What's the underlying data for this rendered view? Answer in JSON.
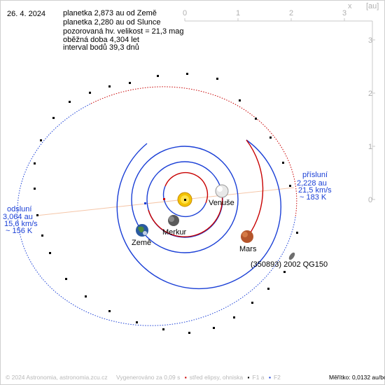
{
  "date": "26. 4. 2024",
  "info_lines": [
    "planetka 2,873 au od Země",
    "planetka 2,280 au od Slunce",
    "pozorovaná hv. velikost = 21,3 mag",
    "oběžná doba 4,304 let",
    "interval bodů 39,3 dnů"
  ],
  "axis": {
    "x_label": "x",
    "unit_label": "[au]",
    "x_ticks": [
      "0",
      "1",
      "2",
      "3"
    ],
    "y_ticks": [
      "3",
      "2",
      "1",
      "0"
    ]
  },
  "perihelion": {
    "title": "přísluní",
    "distance": "2,228 au",
    "speed": "21,5 km/s",
    "temperature": "~ 183 K"
  },
  "aphelion": {
    "title": "odsluní",
    "distance": "3,064 au",
    "speed": "15,6 km/s",
    "temperature": "~ 156 K"
  },
  "planets": {
    "venus": "Venuše",
    "mercury": "Merkur",
    "earth": "Země",
    "mars": "Mars"
  },
  "asteroid_label": "(350893) 2002 QG150",
  "footer": {
    "copyright": "© 2024 Astronomia, astronomia.zcu.cz",
    "generated": "Vygenerováno za 0,09 s",
    "legend_center": "střed elipsy, ohniska",
    "legend_f1": "F1 a",
    "legend_f2": "F2",
    "scale": "Měřítko: 0,0132 au/bod"
  },
  "colors": {
    "orbit_above": "#c80000",
    "orbit_below": "#1a3fd6",
    "apsis_line": "#f5c6a8",
    "axis": "#c8c8c8"
  }
}
